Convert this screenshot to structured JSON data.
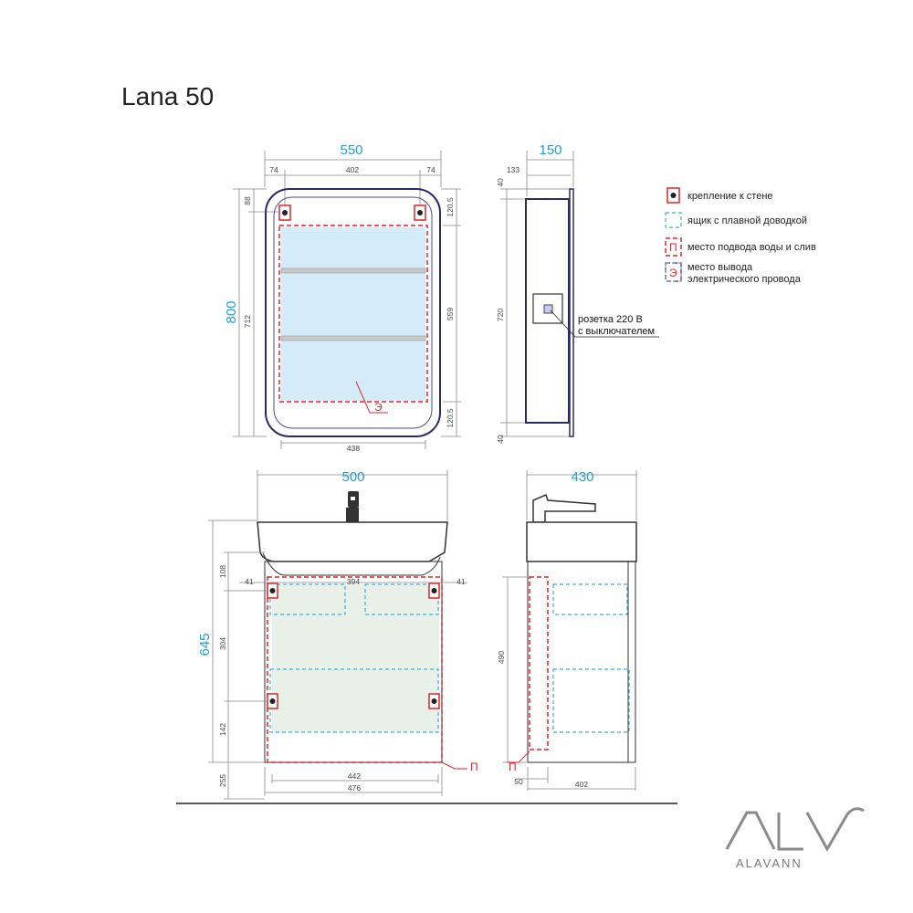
{
  "title": "Lana 50",
  "mirror_front": {
    "width": "550",
    "height": "800",
    "left_offset": "74",
    "inner_width": "402",
    "right_offset": "74",
    "top_offset": "88",
    "inner_height": "712",
    "top_right": "120.5",
    "shelf_height": "559",
    "bottom_right": "120.5",
    "bottom_width": "438",
    "electric_mark": "Э"
  },
  "mirror_side": {
    "depth": "150",
    "offset": "133",
    "top": "40",
    "height": "720",
    "bottom": "40",
    "socket_note_1": "розетка 220 В",
    "socket_note_2": "с выключателем"
  },
  "vanity_front": {
    "width": "500",
    "height": "645",
    "top_offset": "108",
    "left_offset": "41",
    "inner_width": "394",
    "right_offset": "41",
    "middle": "304",
    "lower": "142",
    "floor": "255",
    "inner_bottom": "442",
    "outer_bottom": "476",
    "water_mark": "П"
  },
  "vanity_side": {
    "depth": "430",
    "height": "490",
    "bottom_offset": "50",
    "bottom_width": "402",
    "water_mark": "П"
  },
  "legend": [
    {
      "icon": "wall-mount-icon",
      "label": "крепление к стене"
    },
    {
      "icon": "soft-close-drawer-icon",
      "label": "ящик с плавной доводкой"
    },
    {
      "icon": "water-supply-icon",
      "mark": "П",
      "label": "место подвода воды и слив"
    },
    {
      "icon": "electric-outlet-icon",
      "mark": "Э",
      "label_1": "место вывода",
      "label_2": "электрического провода"
    }
  ],
  "logo": {
    "mark": "ALV",
    "word": "ALAVANN"
  },
  "colors": {
    "dimension": "#1aa0d8",
    "outline": "#2a2a66",
    "red": "#e0262b",
    "blue": "#38b0e0",
    "mirror": "#d4ecfa",
    "drawer": "#e4e4e6",
    "cabinet": "#e8f0e8"
  }
}
